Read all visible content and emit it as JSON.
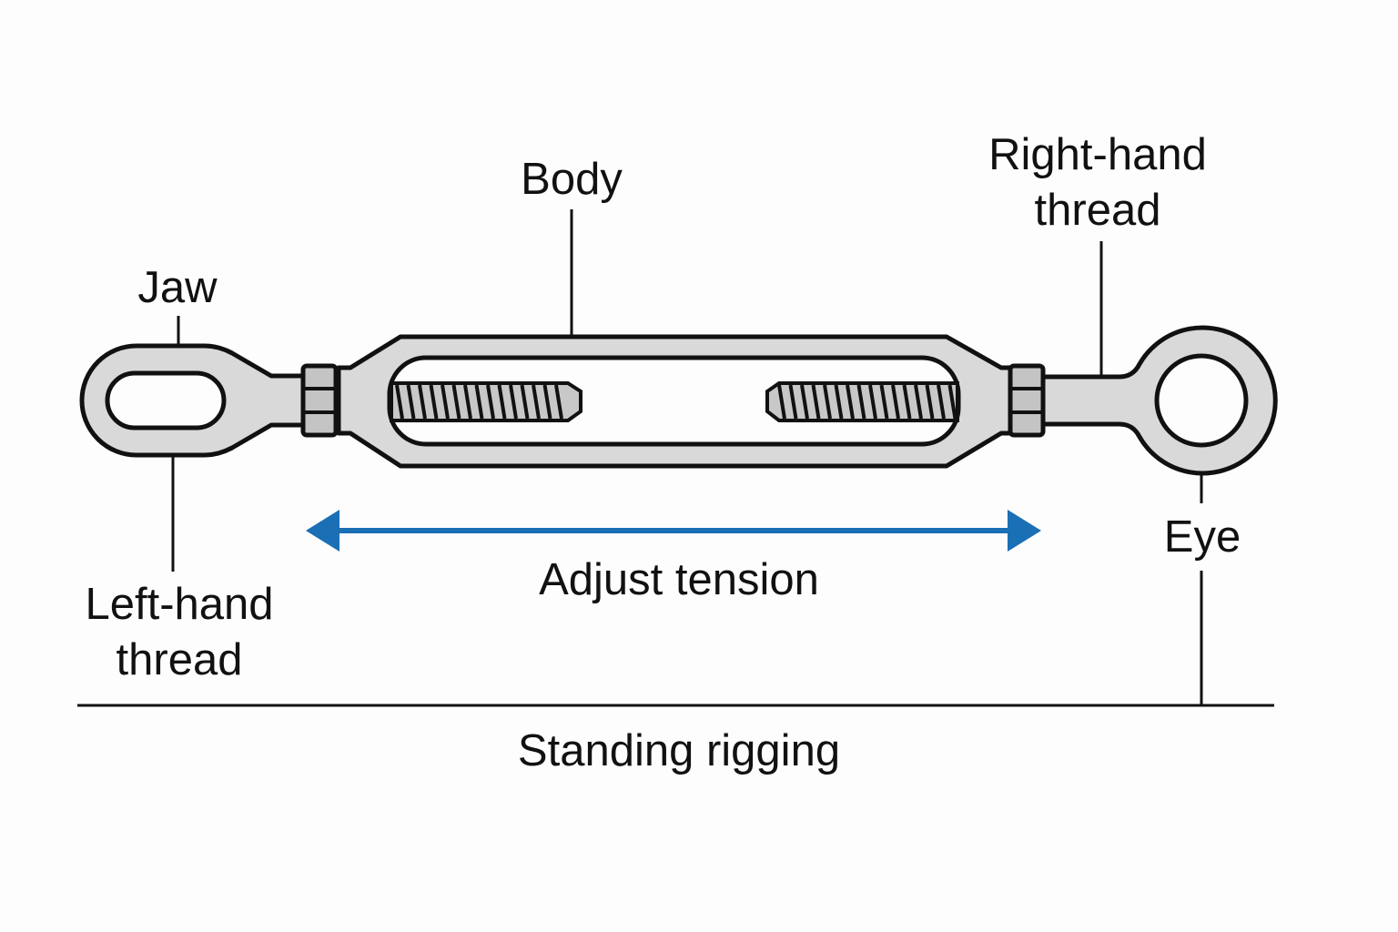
{
  "labels": {
    "jaw": "Jaw",
    "body": "Body",
    "right_thread_1": "Right-hand",
    "right_thread_2": "thread",
    "left_thread_1": "Left-hand",
    "left_thread_2": "thread",
    "eye": "Eye",
    "adjust": "Adjust tension",
    "rigging": "Standing rigging"
  },
  "colors": {
    "arrow": "#1a6fb5",
    "metal": "#d9d9d9",
    "outline": "#111111"
  }
}
